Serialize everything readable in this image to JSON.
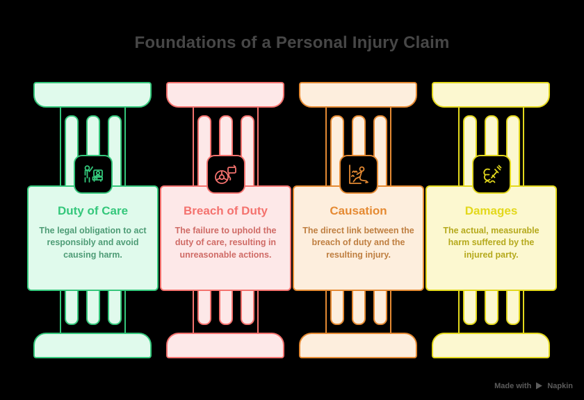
{
  "title": "Foundations of a Personal Injury Claim",
  "background_color": "#000000",
  "title_color": "#474747",
  "pillars": [
    {
      "id": "duty-of-care",
      "title": "Duty of Care",
      "description": "The legal obligation to act responsibly and avoid causing harm.",
      "accent_color": "#34c77b",
      "fill_color": "#e0faec",
      "desc_color": "#4e9c76",
      "icon": "person-greeting-driver-icon"
    },
    {
      "id": "breach-of-duty",
      "title": "Breach of Duty",
      "description": "The failure to uphold the duty of care, resulting in unreasonable actions.",
      "accent_color": "#f4726e",
      "fill_color": "#fde8e8",
      "desc_color": "#cf6b66",
      "icon": "steering-wheel-phone-icon"
    },
    {
      "id": "causation",
      "title": "Causation",
      "description": "The direct link between the breach of duty and the resulting injury.",
      "accent_color": "#e58a33",
      "fill_color": "#fdeedd",
      "desc_color": "#bf7f41",
      "icon": "slip-and-fall-icon"
    },
    {
      "id": "damages",
      "title": "Damages",
      "description": "The actual, measurable harm suffered by the injured party.",
      "accent_color": "#e3d81c",
      "fill_color": "#fcf8d0",
      "desc_color": "#b5a91c",
      "icon": "broken-bone-syringe-icon"
    }
  ],
  "watermark": {
    "prefix": "Made with",
    "brand": "Napkin",
    "logo": "napkin-play-icon",
    "color": "#5c5c5c"
  }
}
